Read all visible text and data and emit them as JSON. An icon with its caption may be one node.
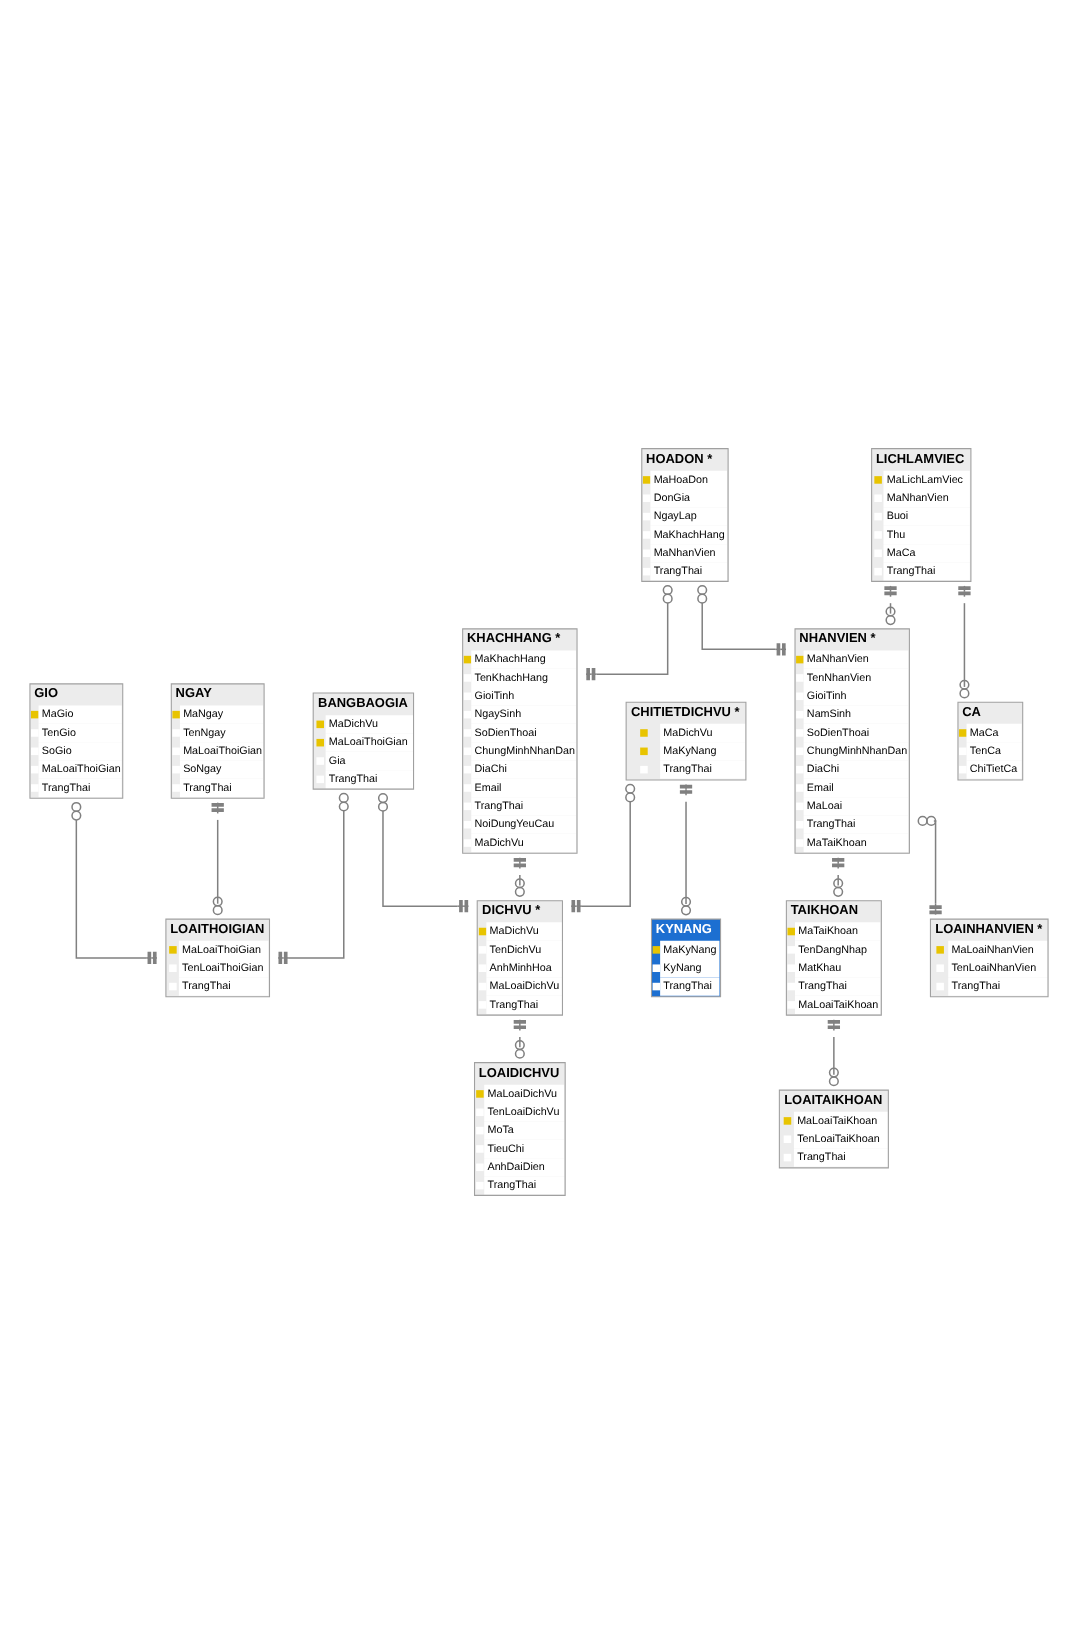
{
  "diagram": {
    "nodes": [
      {
        "text": [
          "NGAY",
          "MaNgay",
          "TenNgay",
          "MaLoaiThoiGian",
          "SoNgay",
          "TrangThai"
        ]
      },
      {
        "text": [
          "LOAITHOIGIAN",
          "MaLoaiThoiGian",
          "TenLoaiThoiGian",
          "TrangThai"
        ]
      },
      {
        "text": [
          "GIO",
          "MaGio",
          "TenGio",
          "SoGio",
          "MaLoaiThoiGian",
          "TrangThai"
        ]
      },
      {
        "text": [
          "KYNANG",
          "MaKyNang",
          "KyNang",
          "TrangThai"
        ]
      },
      {
        "text": [
          "BANGBAOGIA",
          "MaDichVu",
          "MaLoaiThoiGian",
          "Gia",
          "TrangThai"
        ]
      },
      {
        "text": [
          "KHACHHANG *",
          "MaKhachHang",
          "TenKhachHang",
          "GioiTinh",
          "NgaySinh",
          "SoDienThoai",
          "ChungMinhNhanDan",
          "DiaChi",
          "Email",
          "TrangThai",
          "NoiDungYeuCau",
          "MaDichVu"
        ]
      },
      {
        "text": [
          "CHITIETDICHVU *",
          "MaDichVu",
          "MaKyNang",
          "TrangThai"
        ]
      },
      {
        "text": [
          "DICHVU *",
          "MaDichVu",
          "TenDichVu",
          "AnhMinhHoa",
          "MaLoaiDichVu",
          "TrangThai"
        ]
      },
      {
        "text": [
          "LOAIDICHVU",
          "MaLoaiDichVu",
          "TenLoaiDichVu",
          "MoTa",
          "TieuChi",
          "AnhDaiDien",
          "TrangThai"
        ]
      },
      {
        "text": [
          "LOAINHANVIEN *",
          "MaLoaiNhanVien",
          "TenLoaiNhanVien",
          "TrangThai"
        ]
      },
      {
        "text": [
          "HOADON *",
          "MaHoaDon",
          "DonGia",
          "NgayLap",
          "MaKhachHang",
          "MaNhanVien",
          "TrangThai"
        ]
      },
      {
        "text": [
          "TAIKHOAN",
          "MaTaiKhoan",
          "TenDangNhap",
          "MatKhau",
          "TrangThai",
          "MaLoaiTaiKhoan"
        ]
      },
      {
        "text": [
          "LOAITAIKHOAN",
          "MaLoaiTaiKhoan",
          "TenLoaiTaiKhoan",
          "TrangThai"
        ]
      },
      {
        "text": [
          "NHANVIEN *",
          "MaNhanVien",
          "TenNhanVien",
          "GioiTinh",
          "NamSinh",
          "SoDienThoai",
          "ChungMinhNhanDan",
          "DiaChi",
          "Email",
          "MaLoai",
          "TrangThai",
          "MaTaiKhoan"
        ]
      },
      {
        "text": [
          "CA",
          "MaCa",
          "TenCa",
          "ChiTietCa"
        ]
      },
      {
        "text": [
          "LICHLAMVIEC",
          "MaLichLamViec",
          "MaNhanVien",
          "Buoi",
          "Thu",
          "MaCa",
          "TrangThai"
        ]
      }
    ],
    "edges": [
      {
        "from": 0,
        "to": 1,
        "arrow": "other"
      },
      {
        "from": 2,
        "to": 1,
        "arrow": "other"
      },
      {
        "from": 4,
        "to": 1,
        "arrow": "other"
      },
      {
        "from": 4,
        "to": 7,
        "arrow": "other"
      },
      {
        "from": 6,
        "to": 3,
        "arrow": "other"
      },
      {
        "from": 6,
        "to": 7,
        "arrow": "other"
      },
      {
        "from": 5,
        "to": 7,
        "arrow": "other"
      },
      {
        "from": 7,
        "to": 8,
        "arrow": "other"
      },
      {
        "from": 10,
        "to": 5,
        "arrow": "other"
      },
      {
        "from": 10,
        "to": 13,
        "arrow": "other"
      },
      {
        "from": 13,
        "to": 9,
        "arrow": "other"
      },
      {
        "from": 11,
        "to": 12,
        "arrow": "other"
      },
      {
        "from": 13,
        "to": 11,
        "arrow": "other"
      },
      {
        "from": 15,
        "to": 14,
        "arrow": "other"
      },
      {
        "from": 15,
        "to": 13,
        "arrow": "other"
      }
    ]
  }
}
